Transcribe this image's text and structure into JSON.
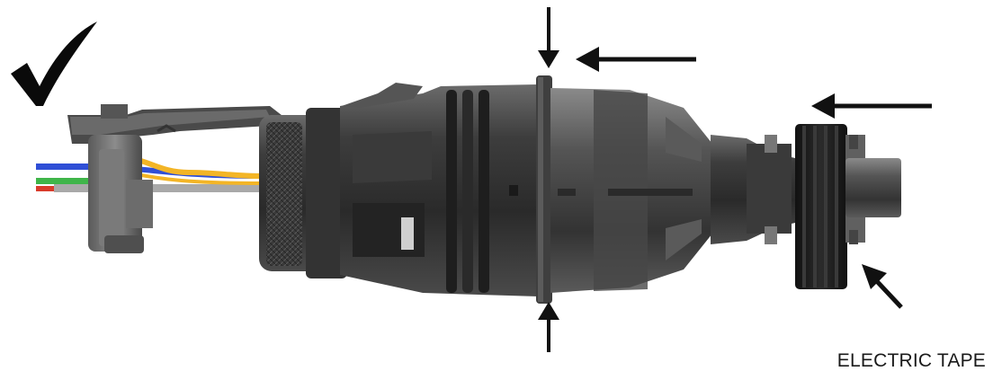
{
  "caption": "ELECTRIC TAPE",
  "icons": {
    "checkmark": "checkmark-icon",
    "arrows": [
      "arrow-down",
      "arrow-left",
      "arrow-left",
      "arrow-up",
      "arrow-up-left"
    ]
  },
  "colors": {
    "background": "#ffffff",
    "connector_body": "#3a3a3a",
    "connector_dark": "#1f1f1f",
    "wire_blue": "#2f4fd6",
    "wire_green": "#3fb54a",
    "wire_red": "#d93b2b",
    "wire_yellow": "#f3b526",
    "wire_grey": "#a9a9a9",
    "arrow": "#111111"
  }
}
